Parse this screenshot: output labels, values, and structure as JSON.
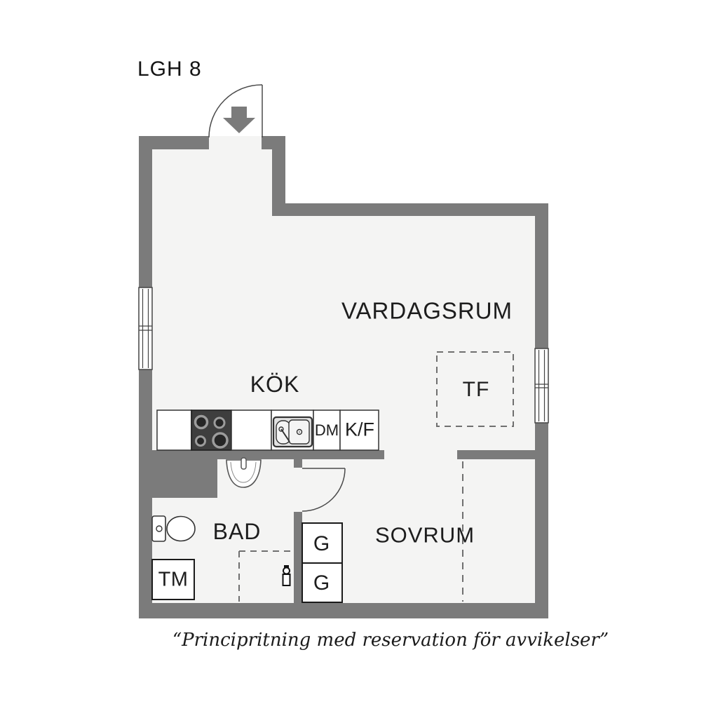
{
  "header": {
    "title": "LGH 8"
  },
  "rooms": {
    "living": "VARDAGSRUM",
    "kitchen": "KÖK",
    "bath": "BAD",
    "bedroom": "SOVRUM"
  },
  "fixtures": {
    "tumble_area": "TF",
    "dishwasher": "DM",
    "fridge_freezer": "K/F",
    "washing_machine": "TM",
    "wardrobe_top": "G",
    "wardrobe_bottom": "G"
  },
  "footer": {
    "caption": "“Principritning med reservation för avvikelser”"
  },
  "colors": {
    "wall": "#7b7b7b",
    "floor": "#f4f4f3",
    "background": "#ffffff",
    "line": "#333333",
    "stove": "#3e3e3e"
  }
}
